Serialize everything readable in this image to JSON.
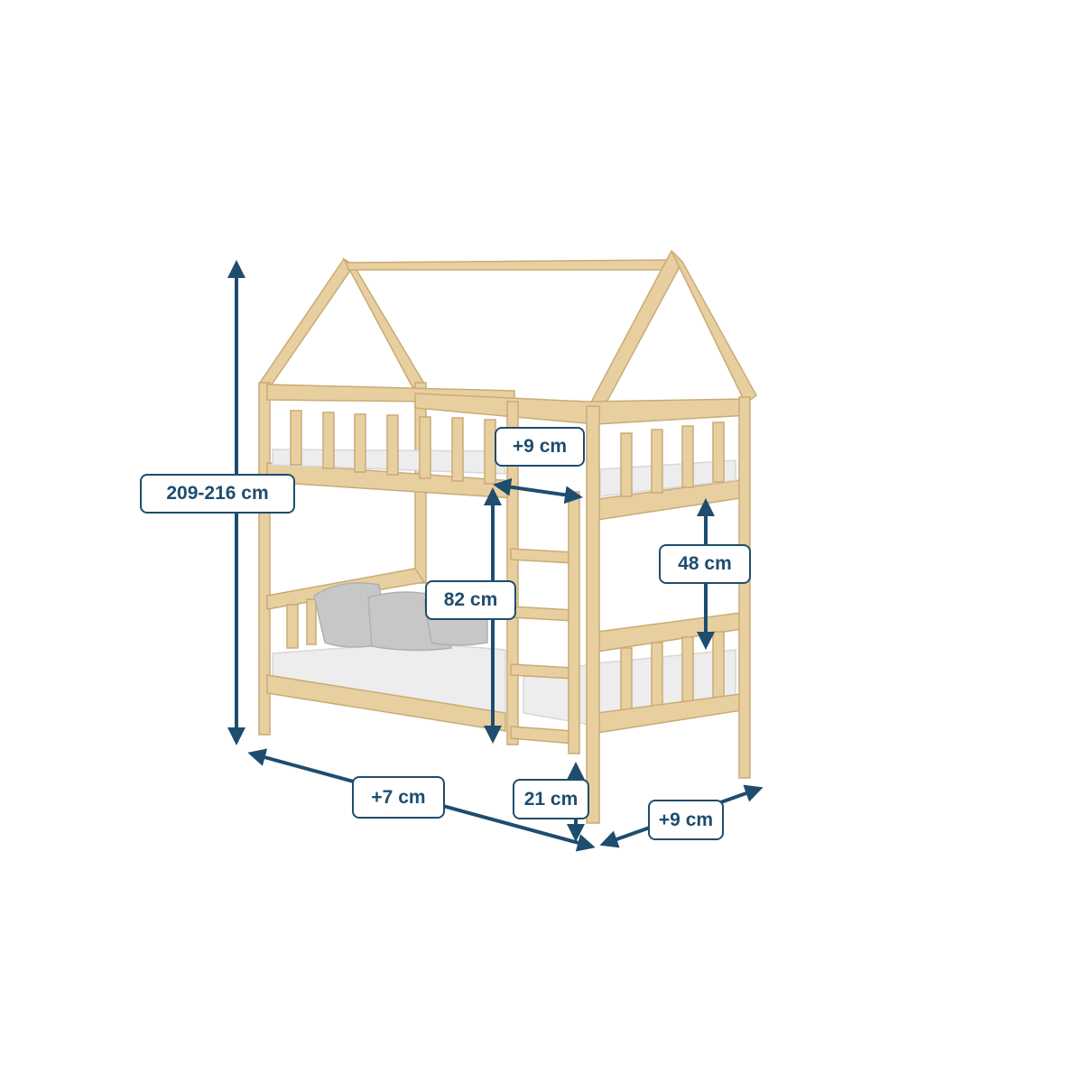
{
  "colors": {
    "annotation": "#1e4d6e",
    "wood": "#e8cf9f",
    "wood_edge": "#c9ab76",
    "mattress": "#ededed",
    "pillow": "#c7c7c7"
  },
  "dimensions": {
    "height": "209-216 cm",
    "upper_extension": "+9 cm",
    "mid_height": "82 cm",
    "rail_height": "48 cm",
    "length_extension": "+7 cm",
    "floor_clearance": "21 cm",
    "width_extension": "+9 cm"
  }
}
